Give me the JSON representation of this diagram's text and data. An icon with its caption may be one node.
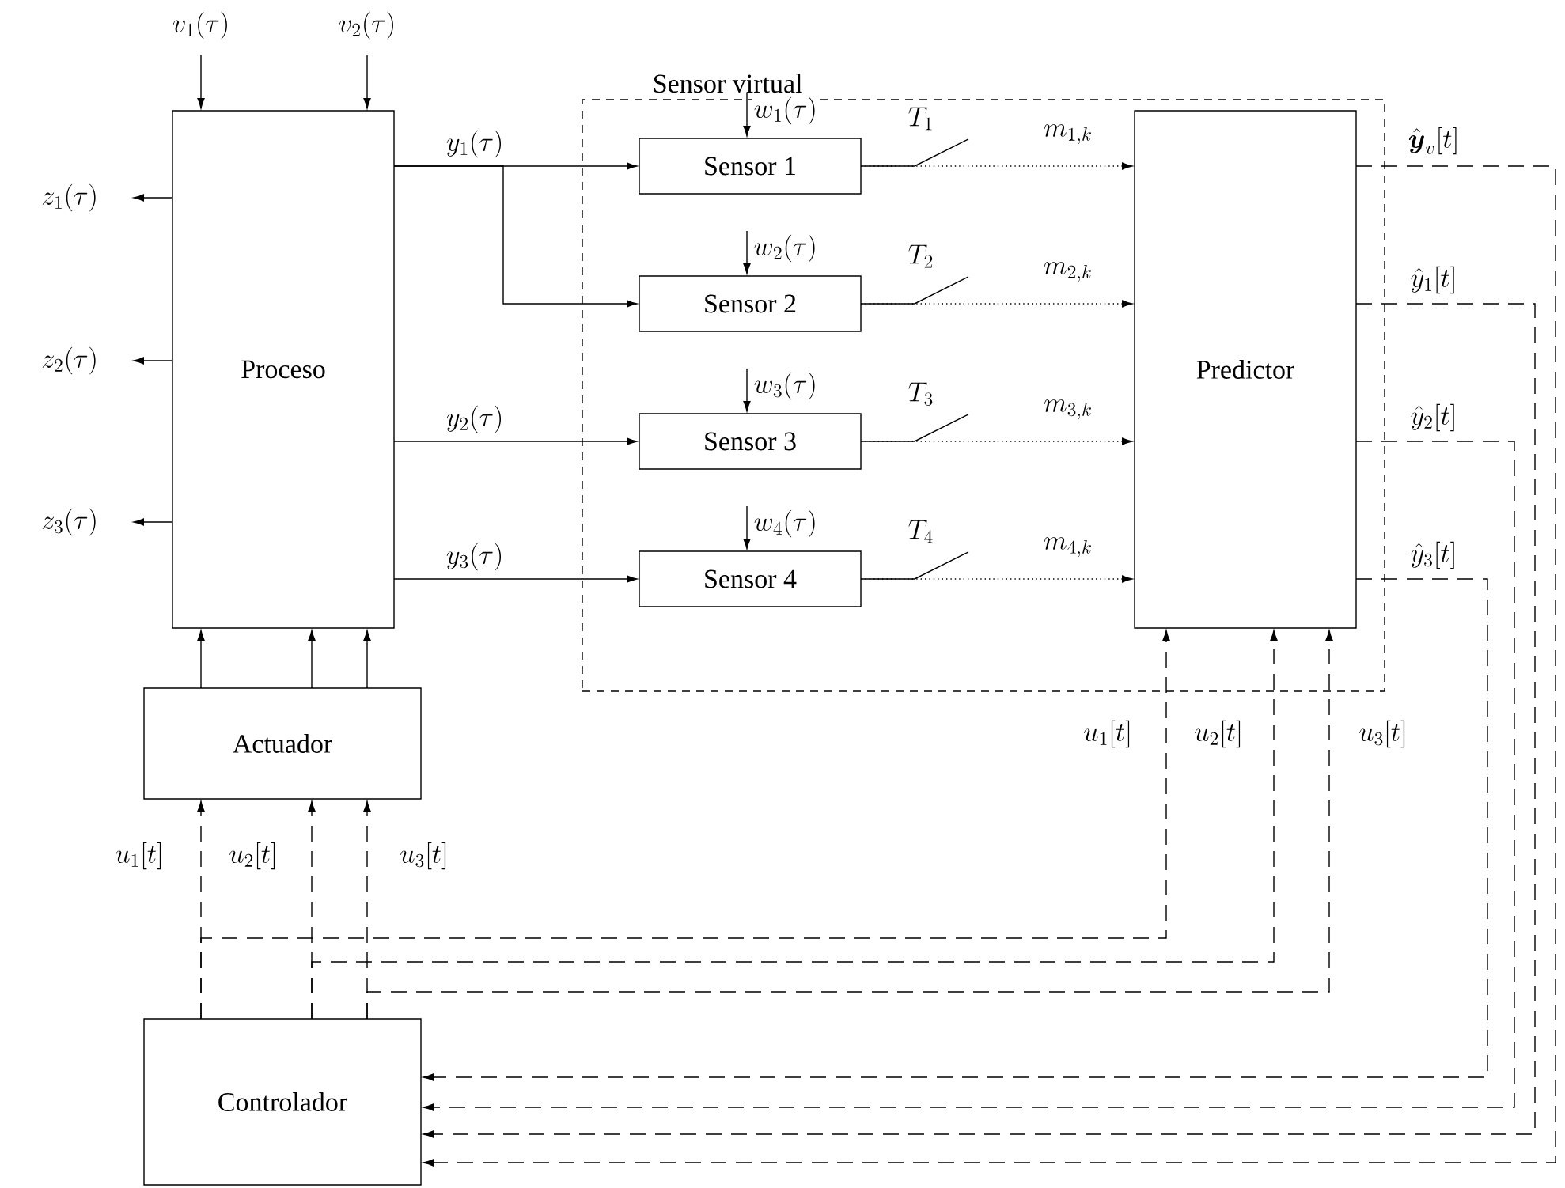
{
  "diagram": {
    "nodes": [
      {
        "text": [
          "Sensor virtual"
        ]
      },
      {
        "text": [
          "Proceso"
        ]
      },
      {
        "text": [
          "Sensor 1"
        ],
        "in": 0
      },
      {
        "text": [
          "Sensor 2"
        ],
        "in": 0
      },
      {
        "text": [
          "Sensor 3"
        ],
        "in": 0
      },
      {
        "text": [
          "Sensor 4"
        ],
        "in": 0
      },
      {
        "text": [
          "Predictor"
        ],
        "in": 0
      },
      {
        "text": [
          "Actuador"
        ]
      },
      {
        "text": [
          "Controlador"
        ]
      }
    ],
    "edges": [
      {
        "from": null,
        "to": 1,
        "arrow": "to",
        "label": "v_1(\\tau)"
      },
      {
        "from": null,
        "to": 1,
        "arrow": "to",
        "label": "v_2(\\tau)"
      },
      {
        "from": 1,
        "to": null,
        "arrow": "to",
        "label": "z_1(\\tau)"
      },
      {
        "from": 1,
        "to": null,
        "arrow": "to",
        "label": "z_2(\\tau)"
      },
      {
        "from": 1,
        "to": null,
        "arrow": "to",
        "label": "z_3(\\tau)"
      },
      {
        "from": 1,
        "to": 2,
        "arrow": "to",
        "label": "y_1(\\tau)"
      },
      {
        "from": 1,
        "to": 3,
        "arrow": "to"
      },
      {
        "from": 1,
        "to": 4,
        "arrow": "to",
        "label": "y_2(\\tau)"
      },
      {
        "from": 1,
        "to": 5,
        "arrow": "to",
        "label": "y_3(\\tau)"
      },
      {
        "from": null,
        "to": 2,
        "arrow": "to",
        "label": "w_1(\\tau)"
      },
      {
        "from": null,
        "to": 3,
        "arrow": "to",
        "label": "w_2(\\tau)"
      },
      {
        "from": null,
        "to": 4,
        "arrow": "to",
        "label": "w_3(\\tau)"
      },
      {
        "from": null,
        "to": 5,
        "arrow": "to",
        "label": "w_4(\\tau)"
      },
      {
        "from": 2,
        "to": 6,
        "arrow": "to",
        "label": "m_{1,k}",
        "style": "dashed"
      },
      {
        "from": 3,
        "to": 6,
        "arrow": "to",
        "label": "m_{2,k}",
        "style": "dashed"
      },
      {
        "from": 4,
        "to": 6,
        "arrow": "to",
        "label": "m_{3,k}",
        "style": "dashed"
      },
      {
        "from": 5,
        "to": 6,
        "arrow": "to",
        "label": "m_{4,k}",
        "style": "dashed"
      },
      {
        "from": 7,
        "to": 1,
        "arrow": "to"
      },
      {
        "from": 7,
        "to": 1,
        "arrow": "to"
      },
      {
        "from": 7,
        "to": 1,
        "arrow": "to"
      },
      {
        "from": 8,
        "to": 7,
        "arrow": "to",
        "label": "u_1[t]",
        "style": "dashed"
      },
      {
        "from": 8,
        "to": 7,
        "arrow": "to",
        "label": "u_2[t]",
        "style": "dashed"
      },
      {
        "from": 8,
        "to": 7,
        "arrow": "to",
        "label": "u_3[t]",
        "style": "dashed"
      },
      {
        "from": 8,
        "to": 6,
        "arrow": "to",
        "label": "u_1[t]",
        "style": "dashed"
      },
      {
        "from": 8,
        "to": 6,
        "arrow": "to",
        "label": "u_2[t]",
        "style": "dashed"
      },
      {
        "from": 8,
        "to": 6,
        "arrow": "to",
        "label": "u_3[t]",
        "style": "dashed"
      },
      {
        "from": 6,
        "to": 8,
        "arrow": "to",
        "label": "\\hat{\\boldsymbol{y}}_v[t]",
        "style": "dashed"
      },
      {
        "from": 6,
        "to": 8,
        "arrow": "to",
        "label": "\\hat{y}_1[t]",
        "style": "dashed"
      },
      {
        "from": 6,
        "to": 8,
        "arrow": "to",
        "label": "\\hat{y}_2[t]",
        "style": "dashed"
      },
      {
        "from": 6,
        "to": 8,
        "arrow": "to",
        "label": "\\hat{y}_3[t]",
        "style": "dashed"
      }
    ],
    "labels": [
      "T_1",
      "T_2",
      "T_3",
      "T_4"
    ]
  }
}
